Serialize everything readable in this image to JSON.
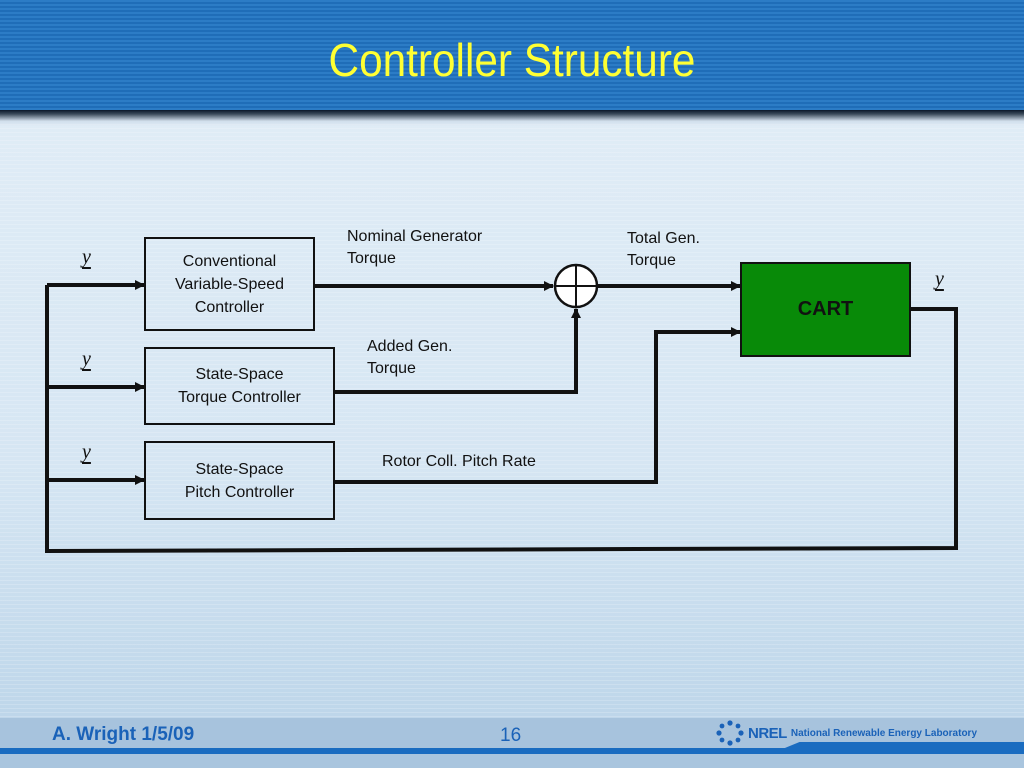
{
  "slide": {
    "title": "Controller Structure",
    "footer": {
      "author_date": "A. Wright 1/5/09",
      "page_number": "16",
      "logo_abbrev": "NREL",
      "logo_text": "National Renewable Energy Laboratory"
    }
  },
  "diagram": {
    "blocks": {
      "conventional": "Conventional Variable-Speed Controller",
      "conventional_lines": [
        "Conventional",
        "Variable-Speed",
        "Controller"
      ],
      "torque_lines": [
        "State-Space",
        "Torque Controller"
      ],
      "pitch_lines": [
        "State-Space",
        "Pitch Controller"
      ],
      "cart": "CART"
    },
    "signals": {
      "nominal_torque_lines": [
        "Nominal Generator",
        "Torque"
      ],
      "added_torque_lines": [
        "Added Gen.",
        "Torque"
      ],
      "total_torque_lines": [
        "Total Gen.",
        "Torque"
      ],
      "pitch_rate": "Rotor Coll. Pitch Rate",
      "y_symbol": "y"
    },
    "summing_junction": "sum-icon",
    "colors": {
      "cart_fill": "#088a08",
      "title": "#ffff33",
      "header": "#2a78c2",
      "footer_text": "#1a62b8"
    }
  }
}
